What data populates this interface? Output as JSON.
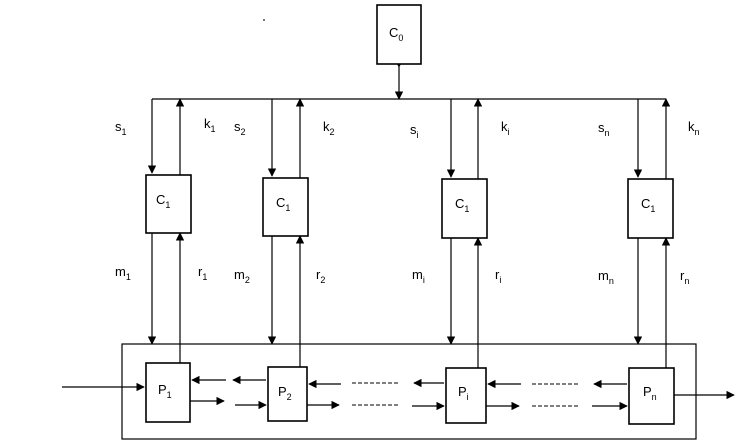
{
  "central_controller": {
    "main": "C",
    "sub": "0"
  },
  "local_controllers": [
    {
      "main": "C",
      "sub": "1"
    },
    {
      "main": "C",
      "sub": "1"
    },
    {
      "main": "C",
      "sub": "1"
    },
    {
      "main": "C",
      "sub": "1"
    }
  ],
  "processes": [
    {
      "main": "P",
      "sub": "1"
    },
    {
      "main": "P",
      "sub": "2"
    },
    {
      "main": "P",
      "sub": "i"
    },
    {
      "main": "P",
      "sub": "n"
    }
  ],
  "upper_labels": [
    {
      "main": "s",
      "sub": "1"
    },
    {
      "main": "k",
      "sub": "1"
    },
    {
      "main": "s",
      "sub": "2"
    },
    {
      "main": "k",
      "sub": "2"
    },
    {
      "main": "s",
      "sub": "i"
    },
    {
      "main": "k",
      "sub": "i"
    },
    {
      "main": "s",
      "sub": "n"
    },
    {
      "main": "k",
      "sub": "n"
    }
  ],
  "lower_labels": [
    {
      "main": "m",
      "sub": "1"
    },
    {
      "main": "r",
      "sub": "1"
    },
    {
      "main": "m",
      "sub": "2"
    },
    {
      "main": "r",
      "sub": "2"
    },
    {
      "main": "m",
      "sub": "i"
    },
    {
      "main": "r",
      "sub": "i"
    },
    {
      "main": "m",
      "sub": "n"
    },
    {
      "main": "r",
      "sub": "n"
    }
  ]
}
